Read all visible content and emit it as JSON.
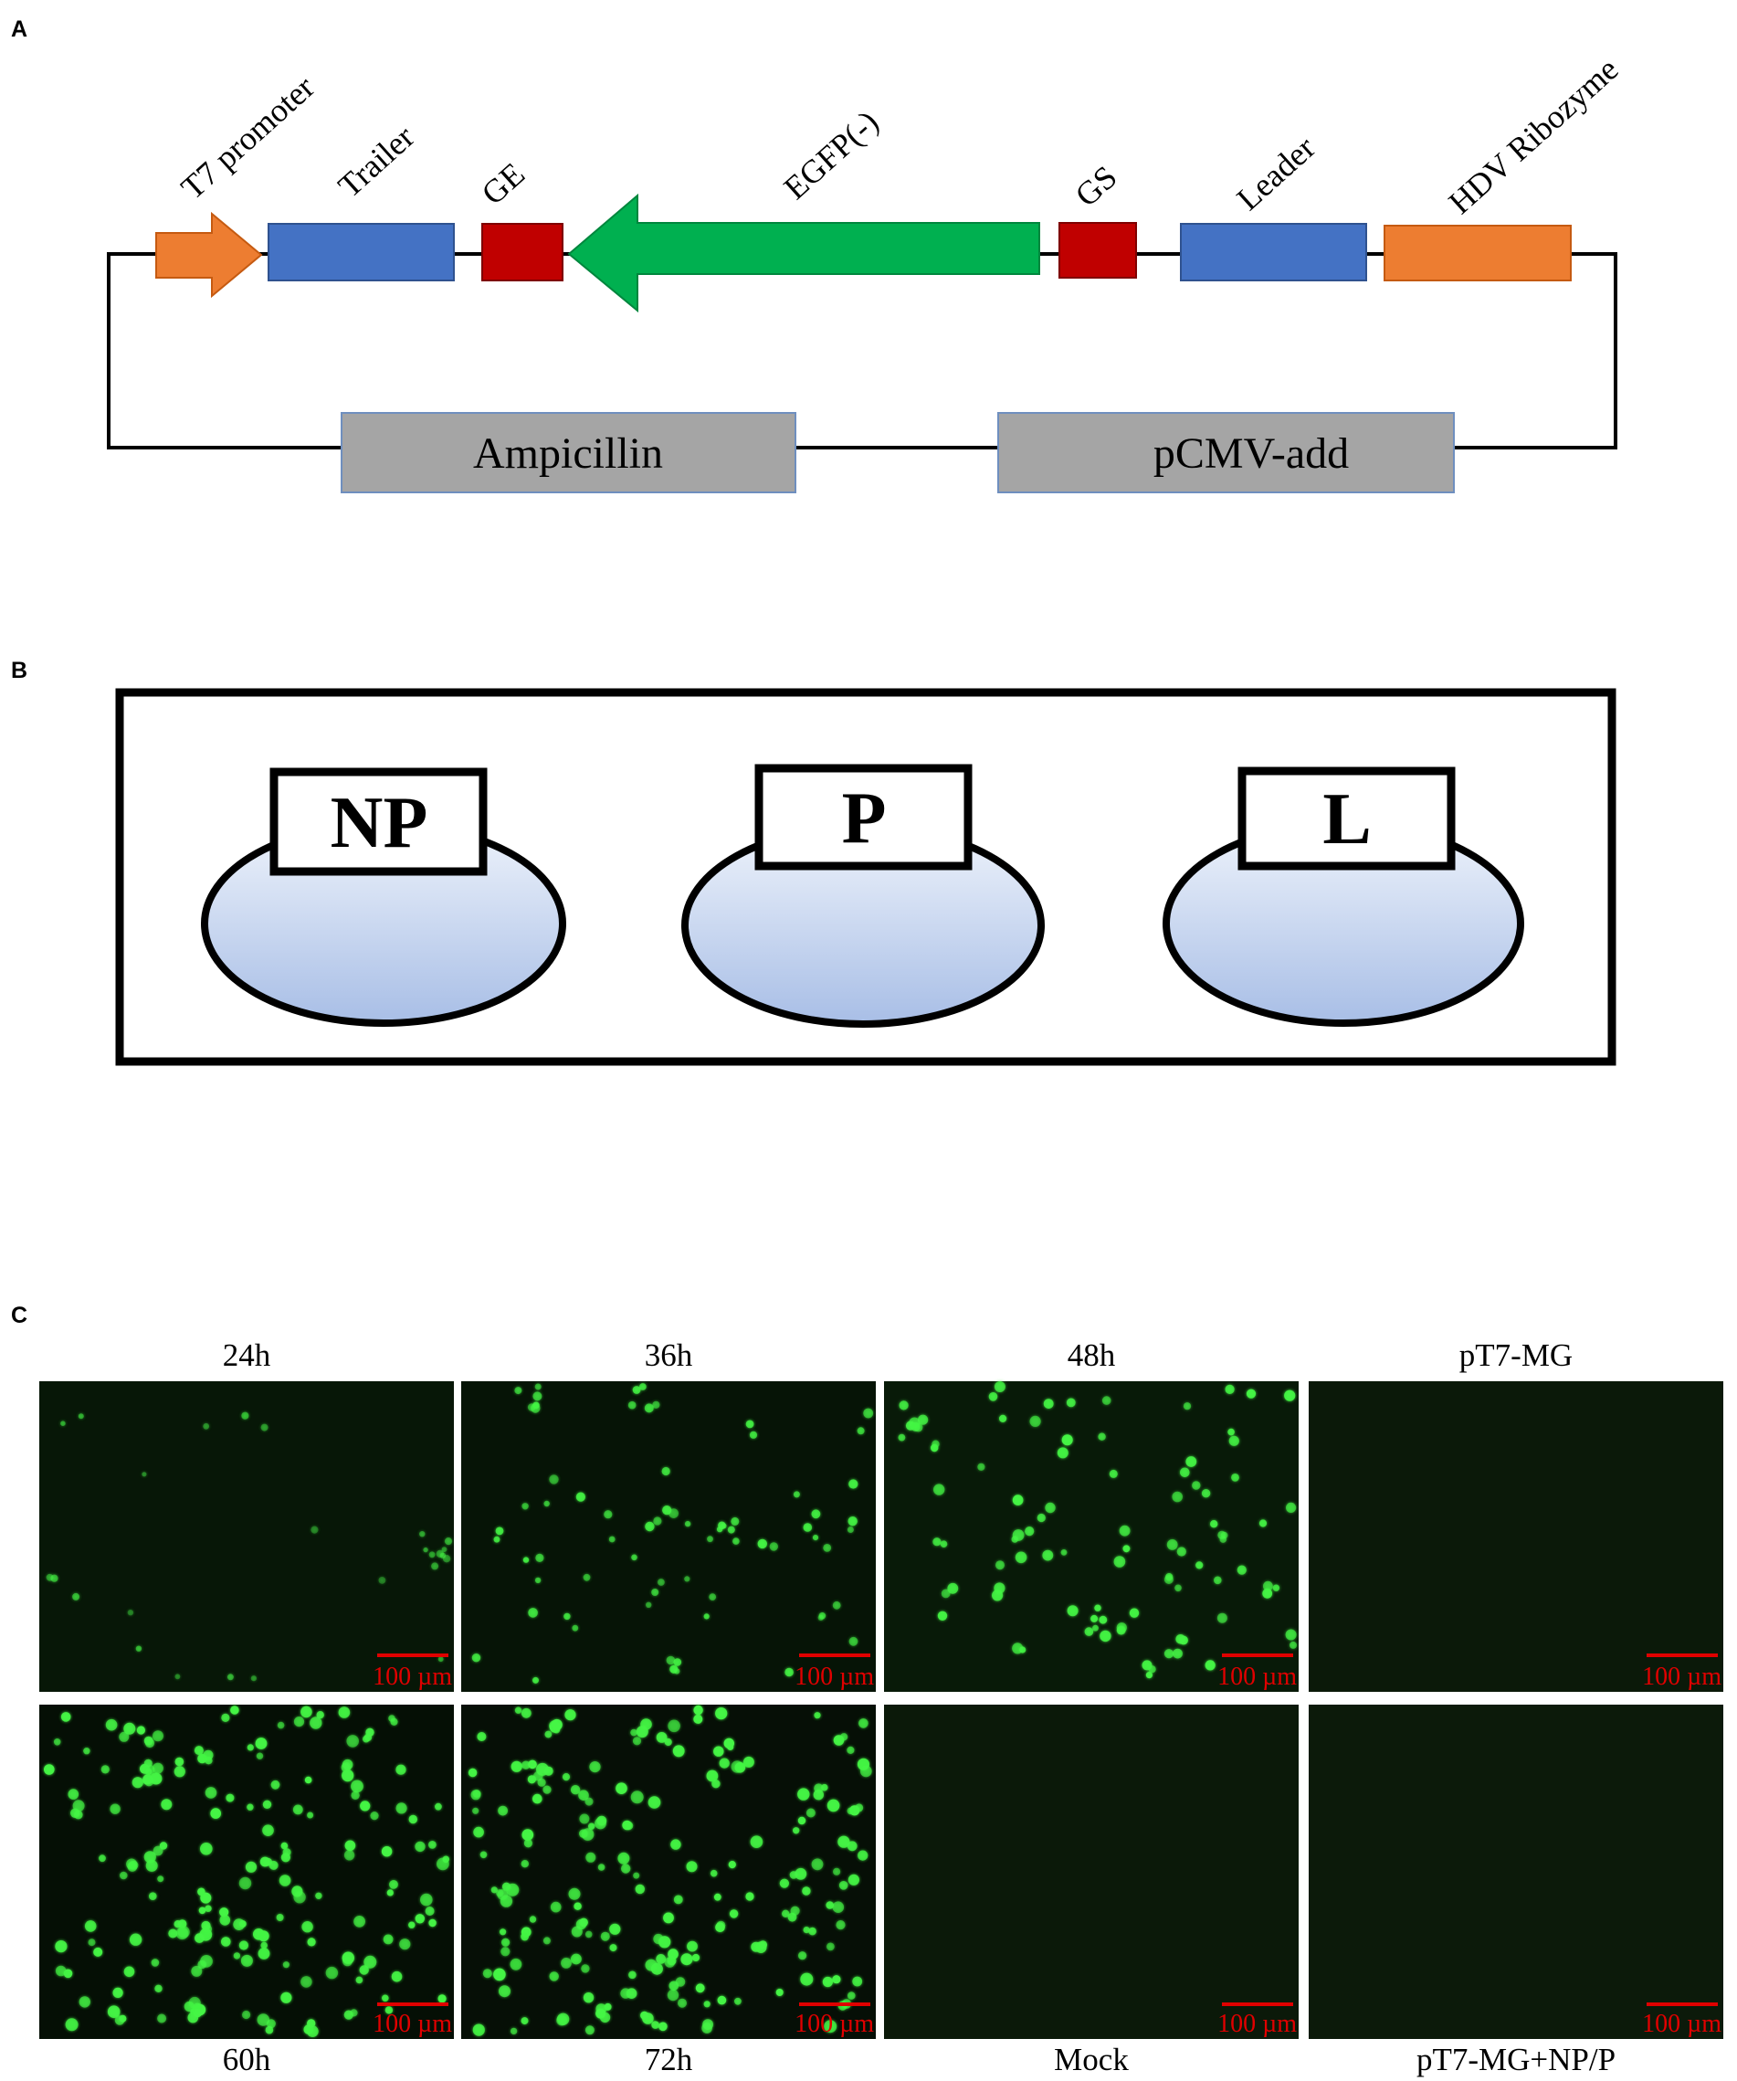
{
  "figure": {
    "panel_labels": [
      "A",
      "B",
      "C"
    ]
  },
  "panel_a": {
    "cassette": [
      {
        "label": "T7 promoter",
        "color": "#ED7D31"
      },
      {
        "label": "Trailer",
        "color": "#4472C4"
      },
      {
        "label": "GE",
        "color": "#C00000"
      },
      {
        "label": "EGFP(-)",
        "color": "#00B050"
      },
      {
        "label": "GS",
        "color": "#C00000"
      },
      {
        "label": "Leader",
        "color": "#4472C4"
      },
      {
        "label": "HDV Ribozyme",
        "color": "#ED7D31"
      }
    ],
    "backbone": [
      {
        "label": "Ampicillin",
        "color": "#A5A5A5"
      },
      {
        "label": "pCMV-add",
        "color": "#A5A5A5"
      }
    ]
  },
  "panel_b": {
    "helper_plasmids": [
      {
        "label": "NP"
      },
      {
        "label": "P"
      },
      {
        "label": "L"
      }
    ],
    "oval_gradient": [
      "#EEF3FB",
      "#A8BEE6"
    ]
  },
  "panel_c": {
    "scale_bar": "100 µm",
    "scale_bar_color": "#E00000",
    "cell_color": "#44F544",
    "micrographs": [
      {
        "label": "24h",
        "background": "#071707"
      },
      {
        "label": "36h",
        "background": "#061406"
      },
      {
        "label": "48h",
        "background": "#081a08"
      },
      {
        "label": "pT7-MG",
        "background": "#0b1909"
      },
      {
        "label": "60h",
        "background": "#050f05"
      },
      {
        "label": "72h",
        "background": "#060f06"
      },
      {
        "label": "Mock",
        "background": "#0b1909"
      },
      {
        "label": "pT7-MG+NP/P",
        "background": "#0c1a0a"
      }
    ]
  }
}
